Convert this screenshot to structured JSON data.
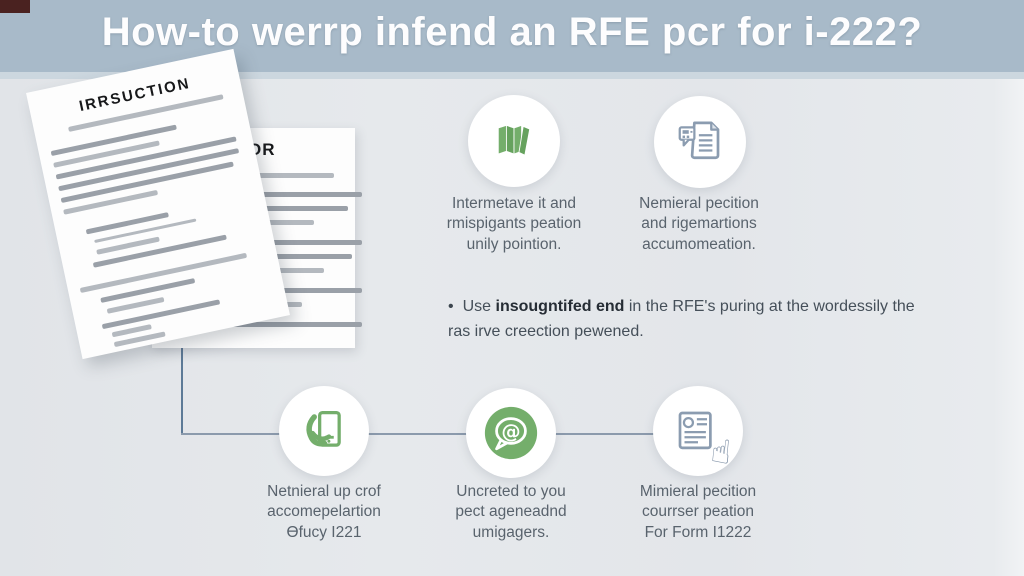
{
  "header": {
    "title": "How-to werrp infend an RFE pcr for i-222?"
  },
  "documents": {
    "front_title": "IRRSUCTION",
    "back_title": "OR"
  },
  "top_steps": [
    {
      "icon": "folded-map-icon",
      "caption": "Intermetave it and\nrmispigants peation\nunily pointion."
    },
    {
      "icon": "document-chat-icon",
      "caption": "Nemieral pecition\nand rigemartions\naccumomeation."
    }
  ],
  "note": {
    "bullet": "•",
    "prefix": "Use ",
    "bold": "insougntifed end",
    "suffix": " in the RFE's puring at the wordessily the ras irve creection pewened."
  },
  "bottom_steps": [
    {
      "icon": "hand-tablet-icon",
      "caption": "Netnieral up crof\naccomepelartion\nƟfucy I221"
    },
    {
      "icon": "at-chat-icon",
      "caption": "Uncreted to you\npect ageneadnd\numigagers."
    },
    {
      "icon": "form-hand-icon",
      "caption": "Mimieral pecition\ncourrser peation\nFor Form I1222"
    }
  ],
  "colors": {
    "header_bg": "#a8bac9",
    "accent_green": "#74ae6b",
    "accent_green_dark": "#66a25e",
    "accent_slate": "#8b9cb0",
    "connector": "#5d7a97"
  }
}
